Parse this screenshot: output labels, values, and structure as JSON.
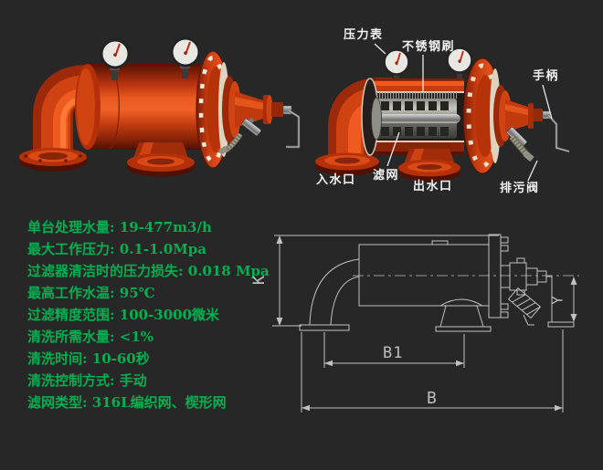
{
  "page": {
    "background_color": "#272727",
    "product_body_color": "#c43c10",
    "callout_text_color": "#f2f2f2",
    "drawing_line_color": "#c0c0c0"
  },
  "callouts": {
    "pressure_gauge": "压力表",
    "stainless_brush": "不锈钢刷",
    "handle": "手柄",
    "inlet": "入水口",
    "screen": "滤网",
    "outlet": "出水口",
    "drain_valve": "排污阀"
  },
  "specs": {
    "text_color": "#00b050",
    "items": [
      "单台处理水量: 19-477m3/h",
      "最大工作压力: 0.1-1.0Mpa",
      "过滤器清洁时的压力损失: 0.018 Mpa",
      "最高工作水温: 95℃",
      "过滤精度范围: 100-3000微米",
      "清洗所需水量: <1%",
      "清洗时间: 10-60秒",
      "清洗控制方式: 手动",
      "滤网类型: 316L编织网、楔形网"
    ]
  },
  "drawing": {
    "labels": {
      "k": "K",
      "b1": "B1",
      "b": "B",
      "y": "Y"
    }
  }
}
